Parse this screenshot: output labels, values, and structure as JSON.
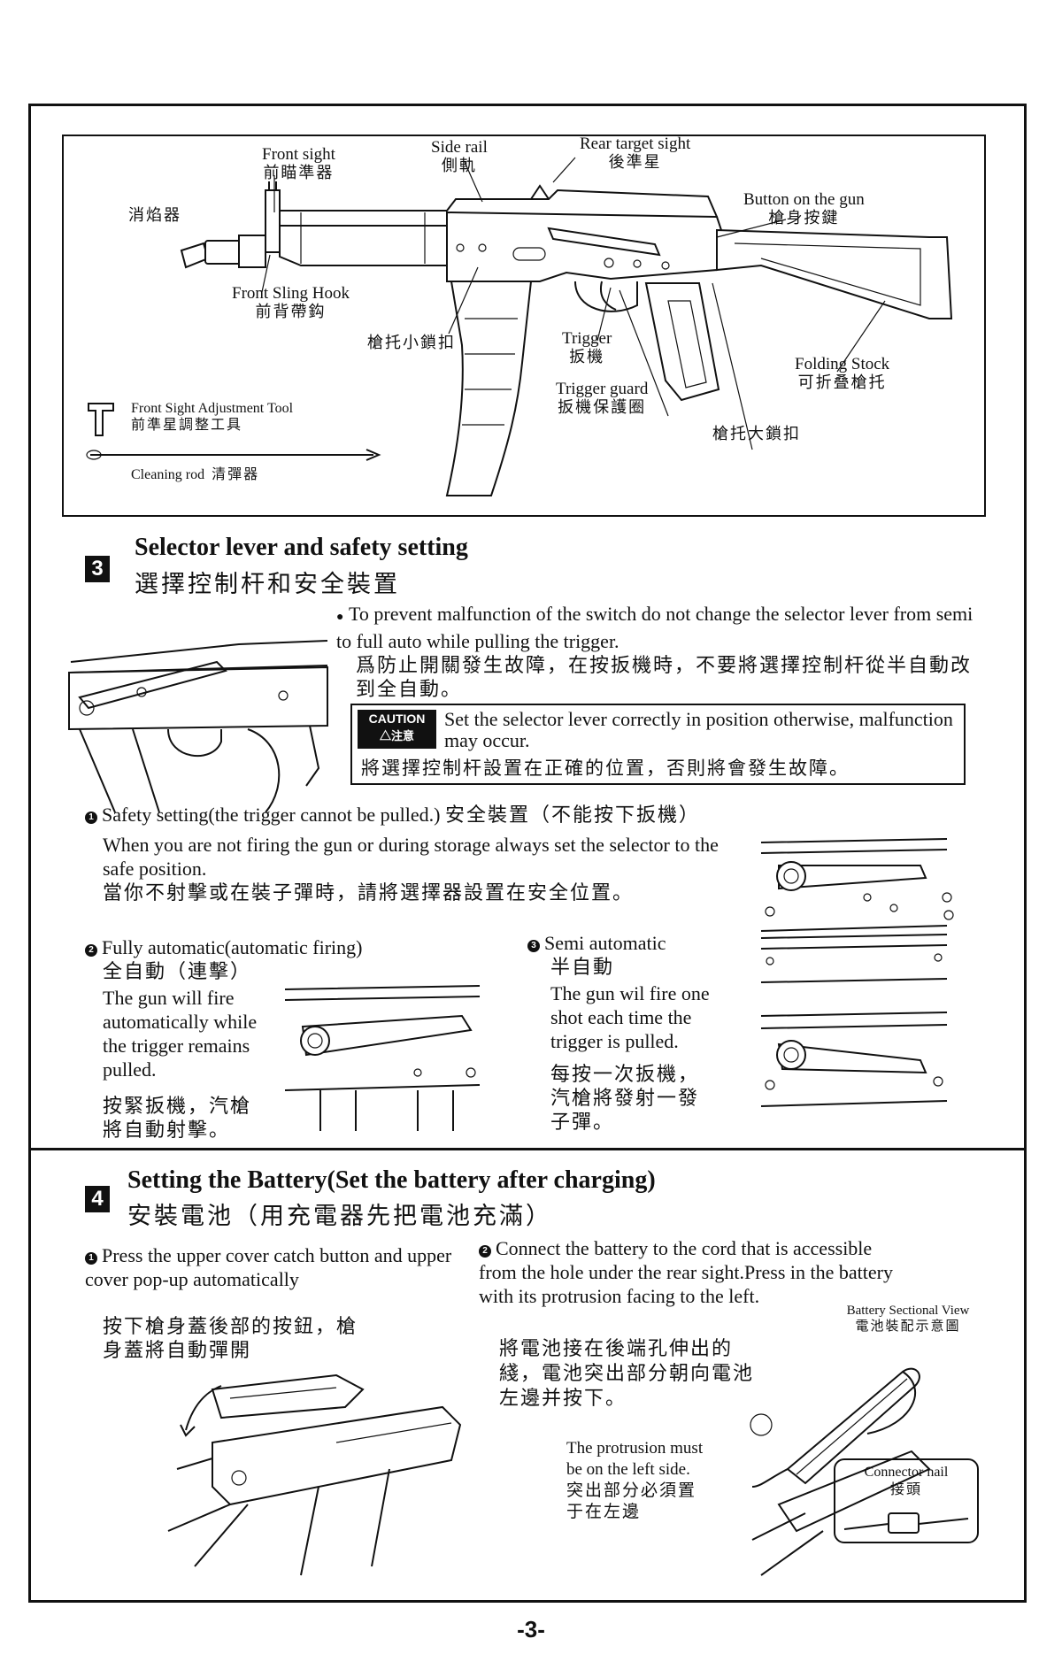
{
  "parts": {
    "front_sight_en": "Front sight",
    "front_sight_zh": "前瞄準器",
    "side_rail_en": "Side rail",
    "side_rail_zh": "側軌",
    "rear_sight_en": "Rear target sight",
    "rear_sight_zh": "後準星",
    "flash_hider_zh": "消焰器",
    "button_en": "Button on the gun",
    "button_zh": "槍身按鍵",
    "sling_hook_en": "Front Sling Hook",
    "sling_hook_zh": "前背帶鈎",
    "small_lock_zh": "槍托小鎖扣",
    "trigger_en": "Trigger",
    "trigger_zh": "扳機",
    "folding_stock_en": "Folding Stock",
    "folding_stock_zh": "可折叠槍托",
    "trigger_guard_en": "Trigger guard",
    "trigger_guard_zh": "扳機保護圈",
    "big_lock_zh": "槍托大鎖扣",
    "tool_en": "Front Sight Adjustment Tool",
    "tool_zh": "前準星調整工具",
    "rod_en": "Cleaning rod",
    "rod_zh": "清彈器"
  },
  "section3": {
    "number": "3",
    "title": "Selector lever and safety setting",
    "title_zh": "選擇控制杆和安全裝置",
    "note_en": "To prevent malfunction of the switch do not change the selector lever from semi to full auto while pulling the trigger.",
    "note_zh": "爲防止開關發生故障，在按扳機時，不要將選擇控制杆從半自動改到全自動。",
    "caution_label": "CAUTION",
    "caution_label_zh": "△注意",
    "caution_en": "Set the selector lever correctly in position otherwise, malfunction may occur.",
    "caution_zh": "將選擇控制杆設置在正確的位置，否則將會發生故障。",
    "safety": {
      "marker": "1",
      "heading": "Safety setting(the trigger cannot be pulled.)",
      "heading_zh": "安全裝置（不能按下扳機）",
      "text_en": "When you are not firing the gun or during storage always set the selector to the safe position.",
      "text_zh": "當你不射擊或在裝子彈時，請將選擇器設置在安全位置。"
    },
    "full_auto": {
      "marker": "2",
      "heading": "Fully automatic(automatic firing)",
      "heading_zh": "全自動（連擊）",
      "text_en": "The gun will fire automatically while the trigger remains pulled.",
      "text_zh": "按緊扳機，汽槍將自動射擊。"
    },
    "semi_auto": {
      "marker": "3",
      "heading": "Semi automatic",
      "heading_zh": "半自動",
      "text_en": "The gun wil fire one shot each time the trigger is pulled.",
      "text_zh": "每按一次扳機，汽槍將發射一發子彈。"
    }
  },
  "section4": {
    "number": "4",
    "title": "Setting the Battery(Set the battery after charging)",
    "title_zh": "安裝電池（用充電器先把電池充滿）",
    "step1": {
      "marker": "1",
      "text_en": "Press the upper cover catch button and upper cover pop-up automatically",
      "text_zh": "按下槍身蓋後部的按鈕，槍身蓋將自動彈開"
    },
    "step2": {
      "marker": "2",
      "text_en": "Connect the battery to the cord that is accessible from the hole under the rear sight.Press in the battery with its protrusion facing to the left.",
      "text_zh": "將電池接在後端孔伸出的綫，電池突出部分朝向電池左邊并按下。"
    },
    "battery_view_en": "Battery Sectional View",
    "battery_view_zh": "電池裝配示意圖",
    "protrusion_en": "The protrusion must be on the left side.",
    "protrusion_zh": "突出部分必須置于在左邊",
    "connector_en": "Connector nail",
    "connector_zh": "接頭"
  },
  "page_number": "-3-"
}
